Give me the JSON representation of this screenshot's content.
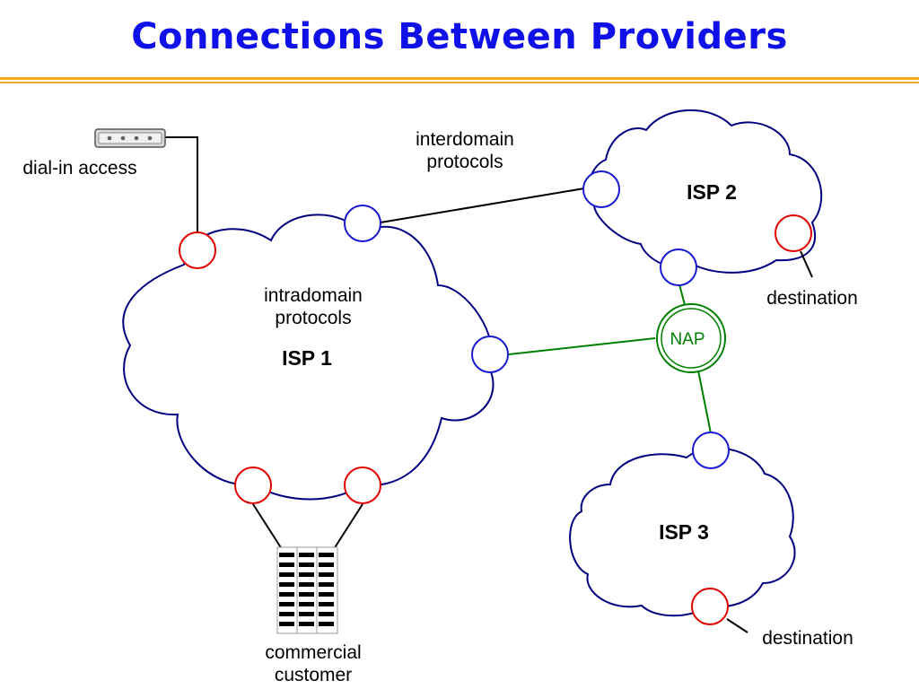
{
  "title": "Connections Between Providers",
  "labels": {
    "dial_in": "dial-in access",
    "interdomain_1": "interdomain",
    "interdomain_2": "protocols",
    "intradomain_1": "intradomain",
    "intradomain_2": "protocols",
    "isp1": "ISP 1",
    "isp2": "ISP 2",
    "isp3": "ISP 3",
    "nap": "NAP",
    "destination_isp2": "destination",
    "destination_isp3": "destination",
    "commercial_1": "commercial",
    "commercial_2": "customer"
  },
  "colors": {
    "title": "#1010e8",
    "rule": "#f5a623",
    "cloud_outline": "#000080",
    "interdomain_router": "#1a1ad0",
    "edge_router": "#e00000",
    "nap": "#008000"
  }
}
